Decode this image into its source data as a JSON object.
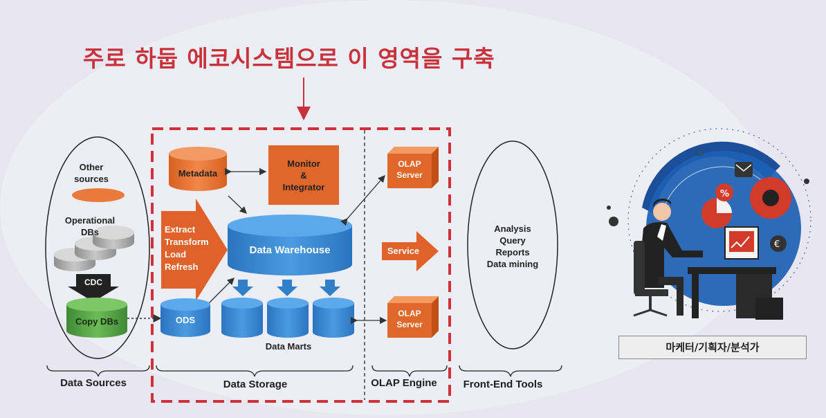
{
  "title": "주로 하둡 에코시스템으로 이 영역을 구축",
  "sources": {
    "other_sources": "Other\nsources",
    "operational_dbs": "Operational\nDBs",
    "cdc": "CDC",
    "copy_dbs": "Copy DBs"
  },
  "storage": {
    "metadata": "Metadata",
    "monitor": "Monitor\n&\nIntegrator",
    "etl": "Extract\nTransform\nLoad\nRefresh",
    "data_warehouse": "Data Warehouse",
    "ods": "ODS",
    "data_marts": "Data Marts"
  },
  "olap": {
    "server_top": "OLAP\nServer",
    "service": "Service",
    "server_bottom": "OLAP\nServer"
  },
  "frontend": {
    "tools_text": "Analysis\nQuery\nReports\nData mining"
  },
  "sections": {
    "data_sources": "Data Sources",
    "data_storage": "Data Storage",
    "olap_engine": "OLAP Engine",
    "front_end_tools": "Front-End Tools"
  },
  "role_label": "마케터/기획자/분석가",
  "colors": {
    "accent_red": "#c8323a",
    "orange": "#e0672a",
    "blue": "#2f7fc9",
    "green": "#5aa04a"
  }
}
